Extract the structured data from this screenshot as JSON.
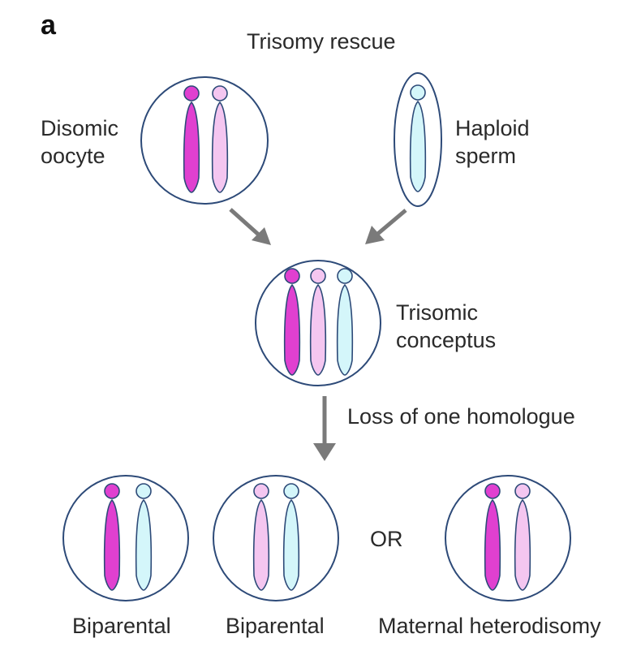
{
  "panel_letter": "a",
  "title": "Trisomy rescue",
  "labels": {
    "oocyte_line1": "Disomic",
    "oocyte_line2": "oocyte",
    "sperm_line1": "Haploid",
    "sperm_line2": "sperm",
    "conceptus_line1": "Trisomic",
    "conceptus_line2": "conceptus",
    "loss": "Loss of one homologue",
    "or": "OR",
    "outcome1": "Biparental",
    "outcome2": "Biparental",
    "outcome3": "Maternal heterodisomy"
  },
  "colors": {
    "maternal_dark": "#e040d0",
    "maternal_light": "#f4c6f0",
    "paternal": "#d4f6fa",
    "cell_outline": "#2d4a78",
    "arrow": "#7a7a7a"
  }
}
